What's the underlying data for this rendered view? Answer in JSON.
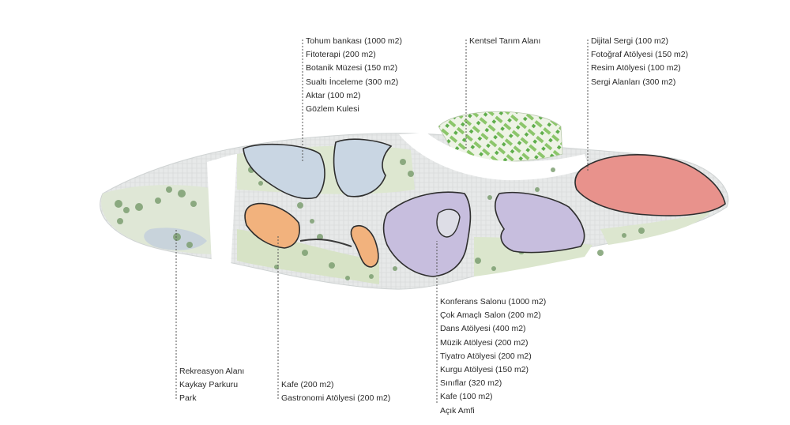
{
  "zones": {
    "seed_bank": {
      "lines": [
        "Tohum bankası (1000 m2)",
        "Fitoterapi (200 m2)",
        "Botanik Müzesi (150 m2)",
        "Sualtı İnceleme (300 m2)",
        "Aktar (100 m2)",
        "Gözlem Kulesi"
      ],
      "color": "#c9d6e3"
    },
    "urban_farming": {
      "lines": [
        "Kentsel Tarım Alanı"
      ],
      "color": "#9fcf7a"
    },
    "digital_exhibition": {
      "lines": [
        "Dijital Sergi (100 m2)",
        "Fotoğraf Atölyesi (150 m2)",
        "Resim Atölyesi (100 m2)",
        "Sergi Alanları (300 m2)"
      ],
      "color": "#e8928c"
    },
    "recreation": {
      "lines": [
        "Rekreasyon Alanı",
        "Kaykay Parkuru",
        "Park"
      ],
      "color": "#c8d3db"
    },
    "cafe": {
      "lines": [
        "Kafe (200 m2)",
        "Gastronomi Atölyesi (200 m2)"
      ],
      "color": "#f2b27d"
    },
    "conference": {
      "lines": [
        "Konferans Salonu (1000 m2)",
        "Çok Amaçlı Salon (200 m2)",
        "Dans Atölyesi (400 m2)",
        "Müzik Atölyesi (200 m2)",
        "Tiyatro Atölyesi (200 m2)",
        "Kurgu Atölyesi (150 m2)",
        "Sınıflar (320 m2)",
        "Kafe (100 m2)",
        "Açık Amfi"
      ],
      "color": "#c7bede"
    }
  },
  "site_colors": {
    "paving": "#e6e8e8",
    "green": "#d5e2c4",
    "tree": "#7d9f72",
    "outline": "#3a3a3a",
    "leader": "#555555"
  }
}
